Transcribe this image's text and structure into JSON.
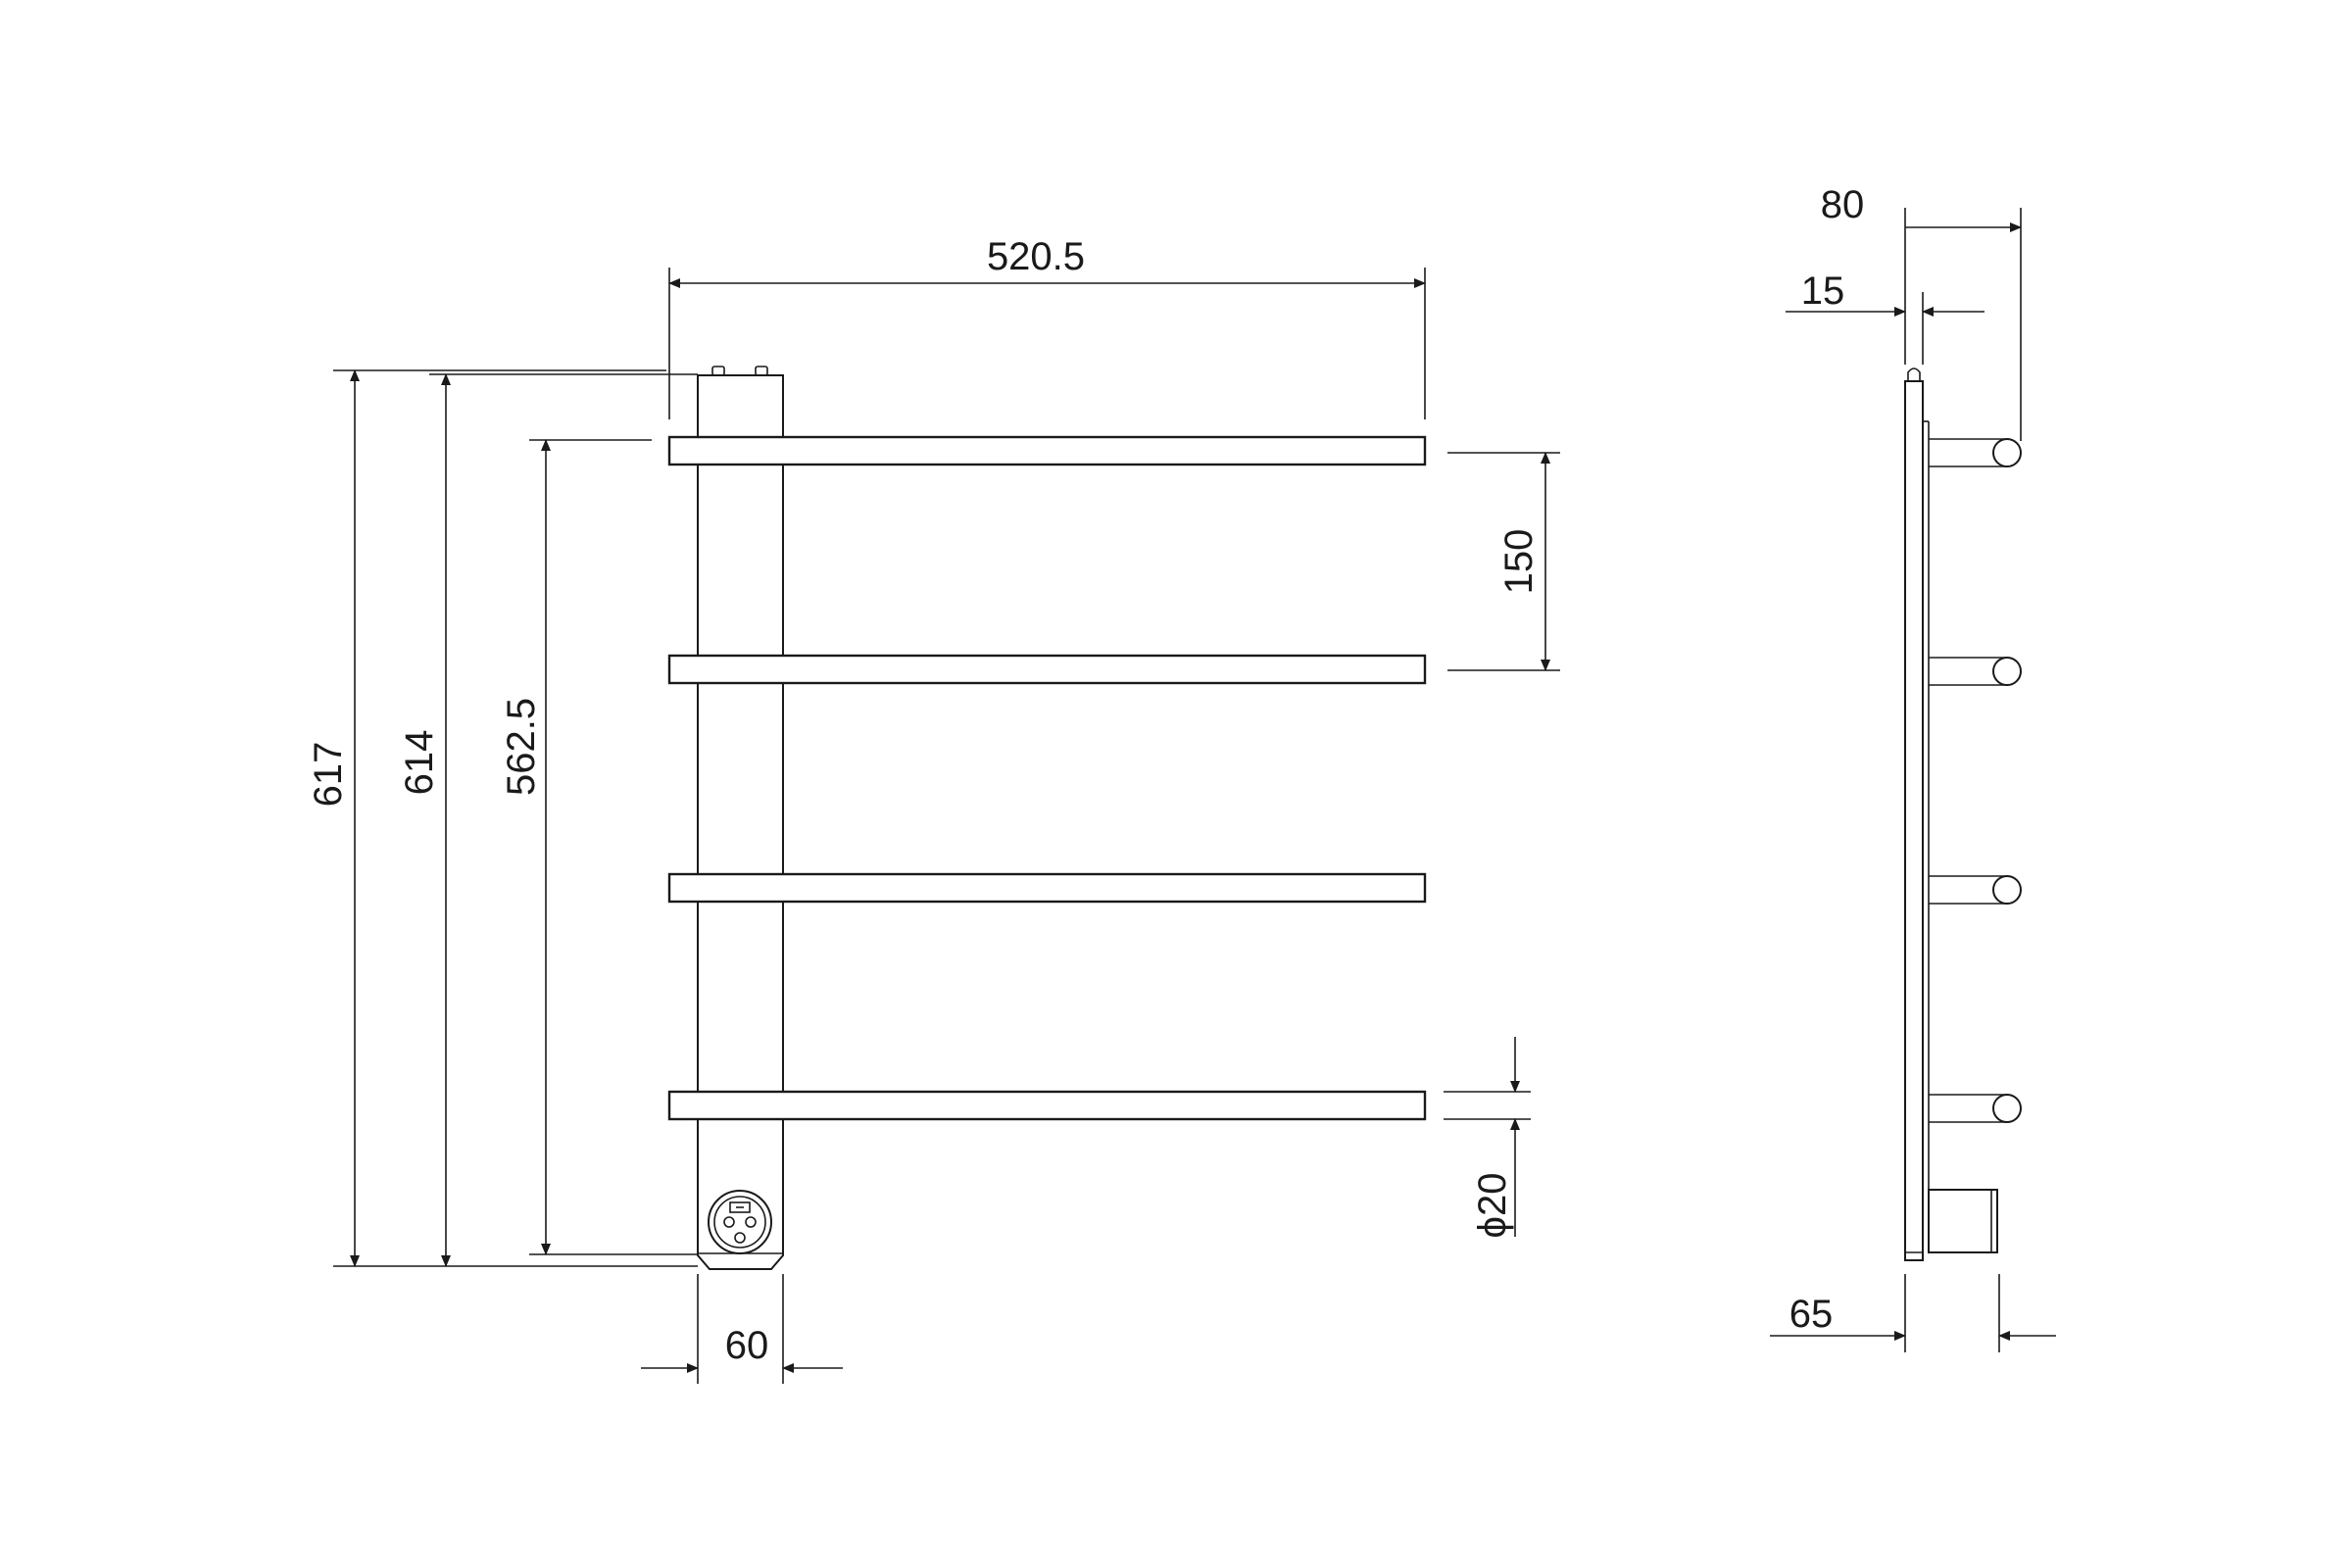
{
  "front_view": {
    "dimensions": {
      "total_width": "520.5",
      "height_overall": "617",
      "height_column": "614",
      "height_bars": "562.5",
      "bar_spacing": "150",
      "column_width": "60",
      "bar_diameter": "ϕ20"
    }
  },
  "side_view": {
    "dimensions": {
      "depth_total": "80",
      "column_depth": "15",
      "connector_depth": "65"
    }
  }
}
